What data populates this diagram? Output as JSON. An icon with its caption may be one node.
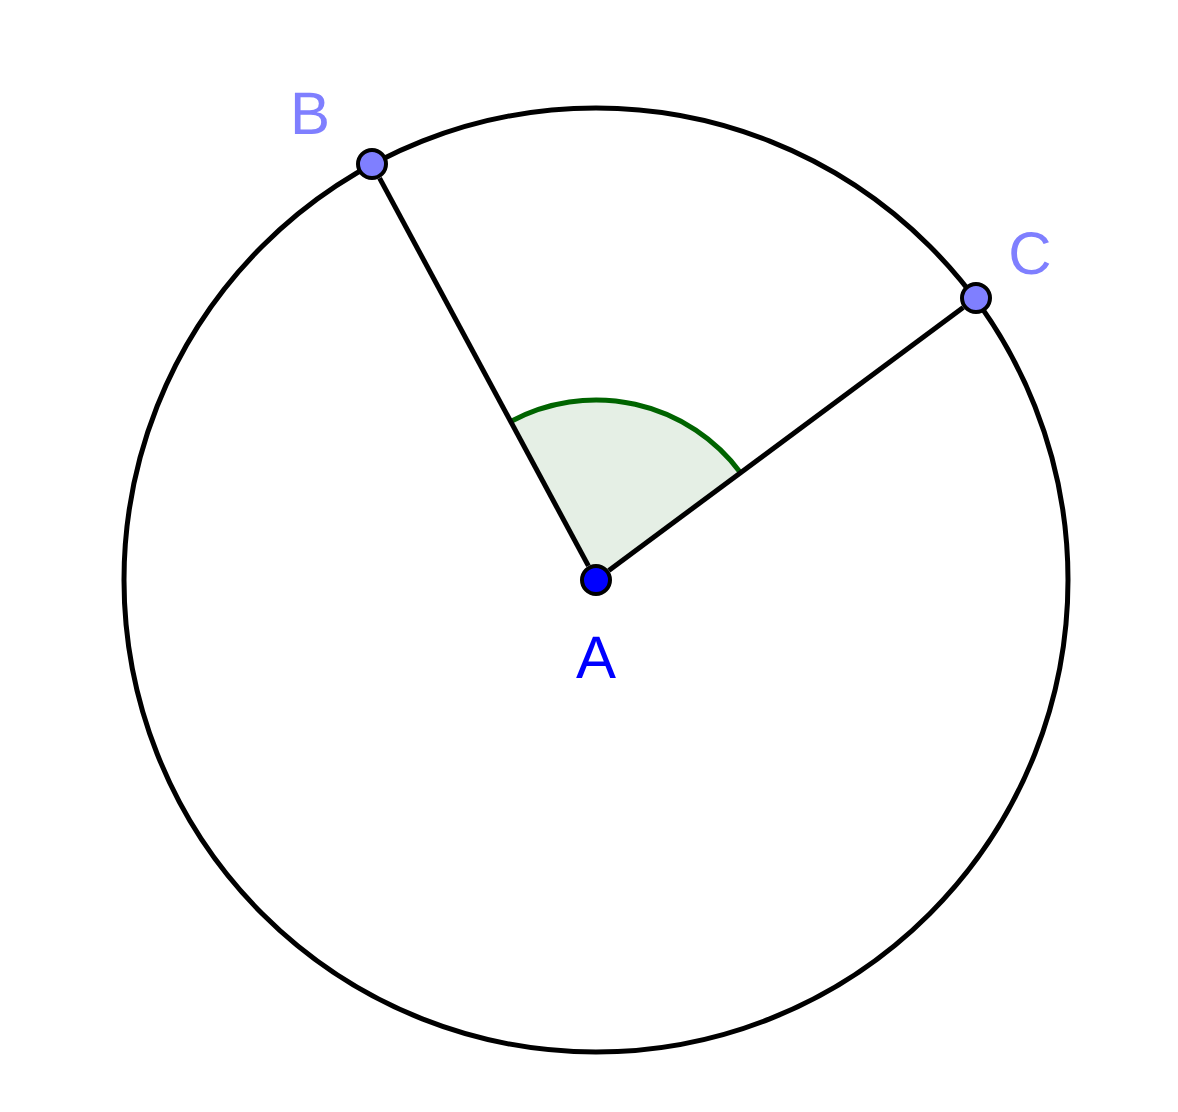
{
  "diagram": {
    "nodes": [
      {
        "text": [],
        "shape": "circle",
        "beside": [
          "B"
        ]
      },
      {
        "text": [],
        "shape": "circle",
        "beside": [
          "C"
        ]
      },
      {
        "text": [],
        "shape": "circle",
        "beside": [
          "A"
        ]
      }
    ],
    "edges": [
      {
        "from": 0,
        "to": 2,
        "arrow": "none"
      },
      {
        "from": 1,
        "to": 2,
        "arrow": "none"
      }
    ]
  }
}
